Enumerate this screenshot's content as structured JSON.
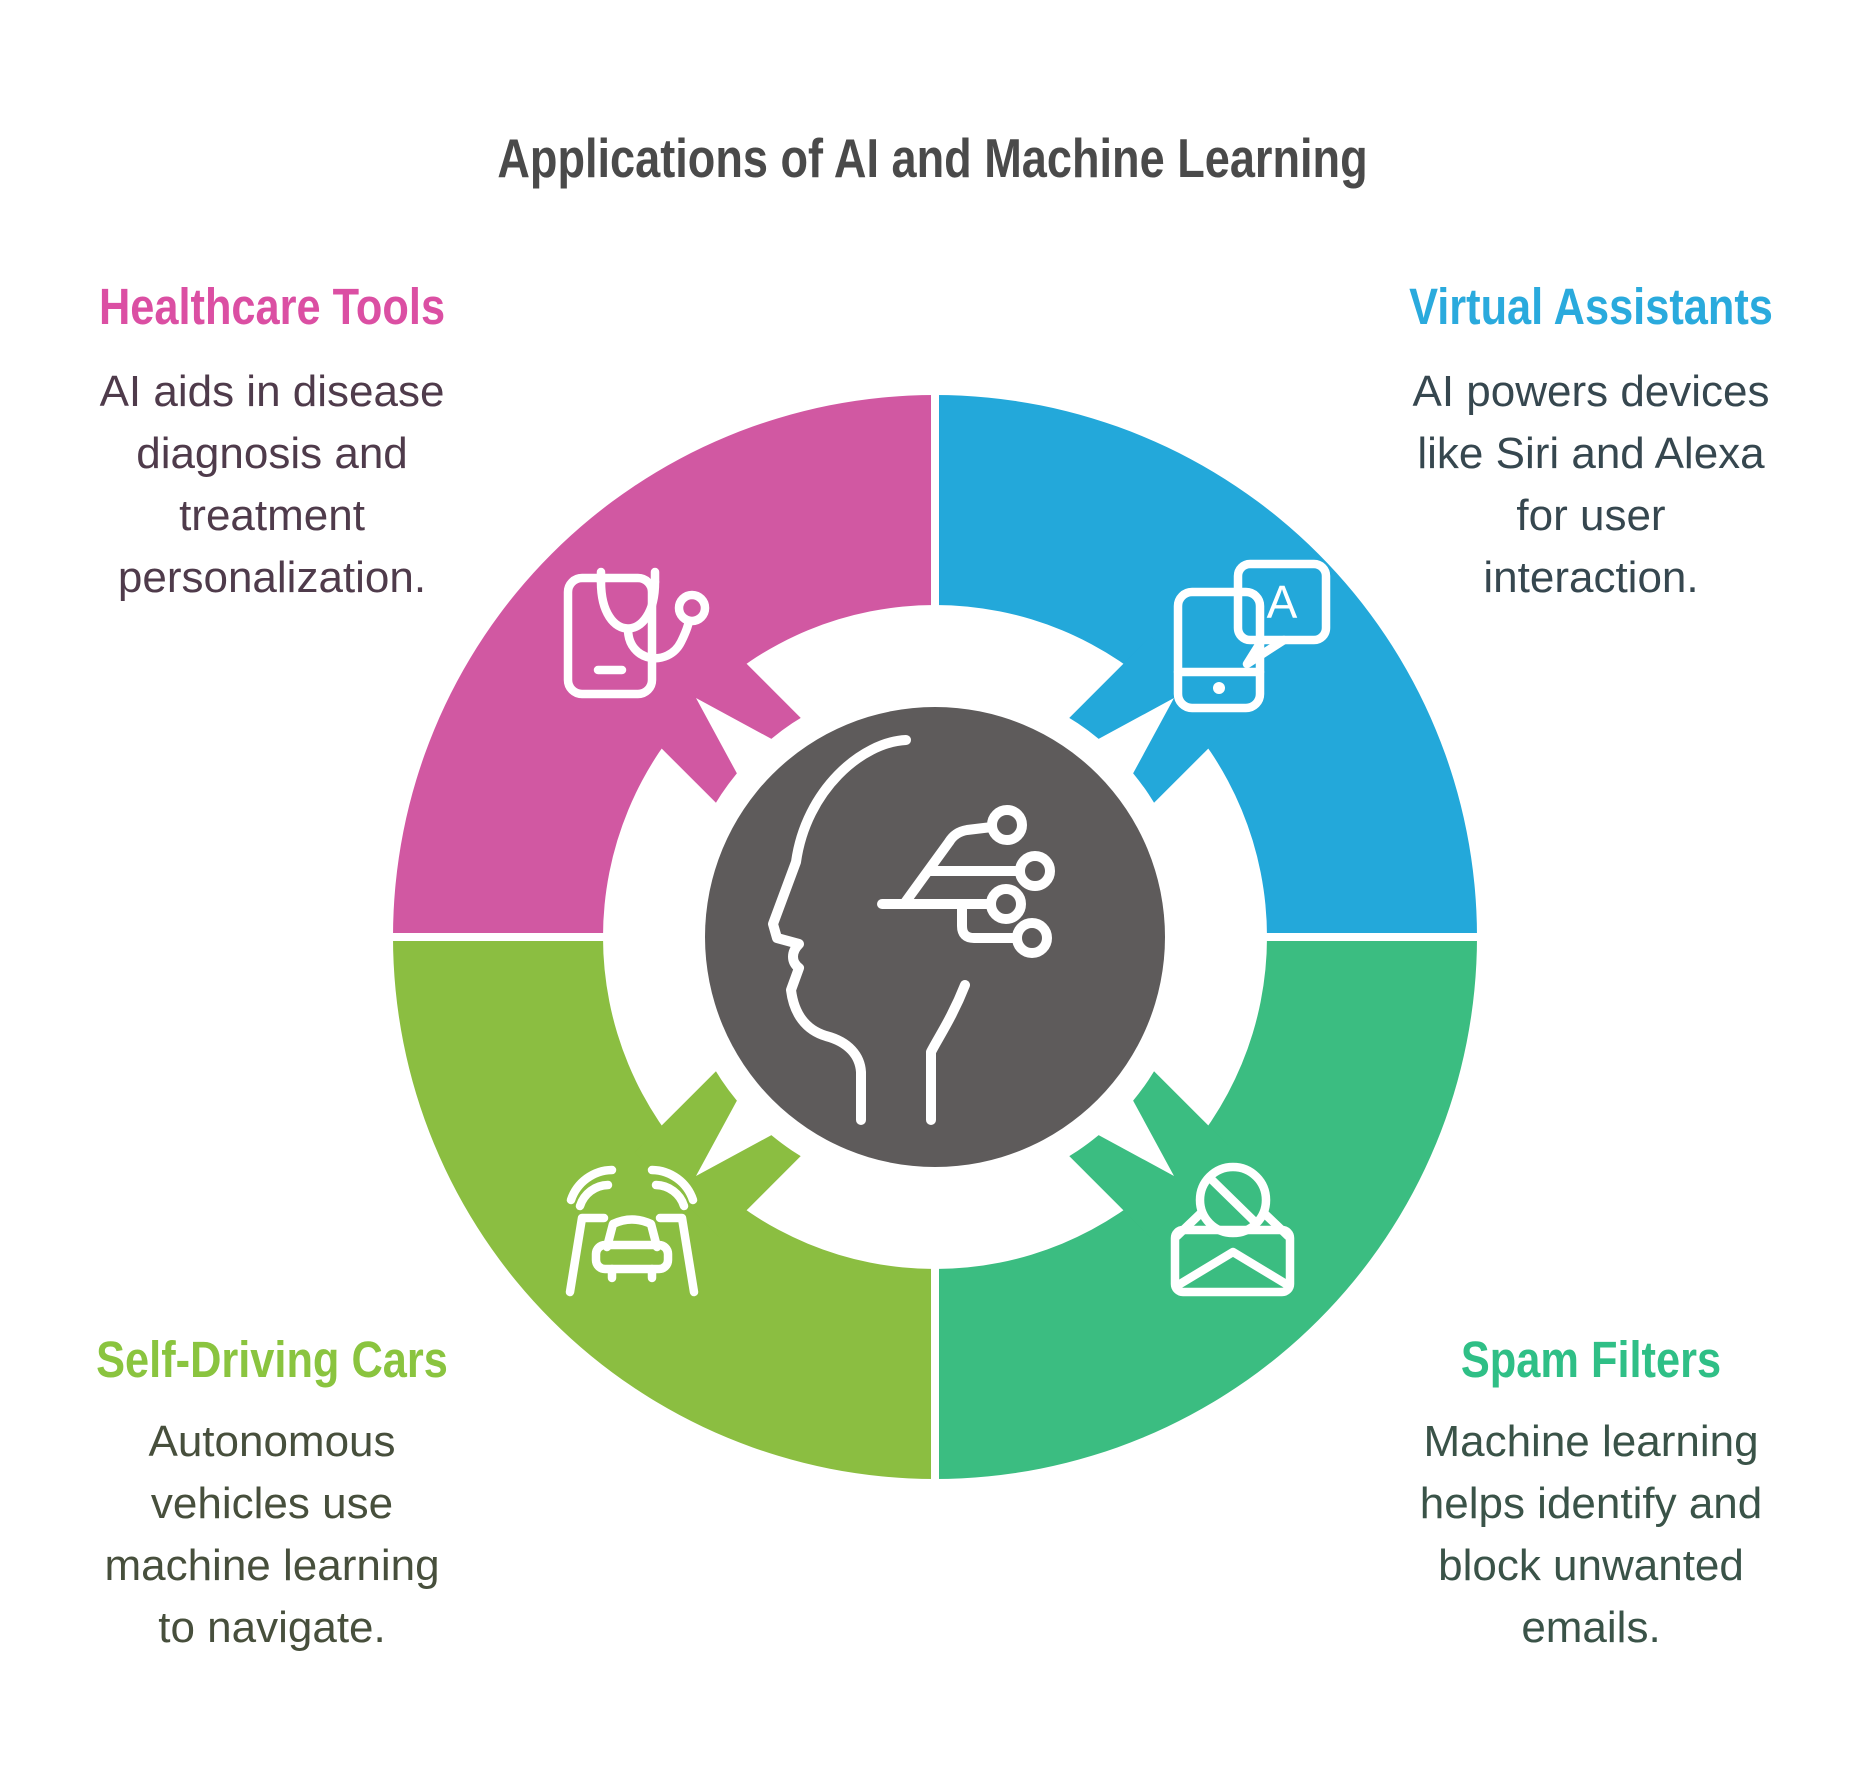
{
  "title": "Applications of AI and Machine Learning",
  "colors": {
    "pink": "#d158a2",
    "blue": "#23a8da",
    "green": "#3bbd81",
    "olive": "#8bbe41",
    "center_gray": "#5e5b5b",
    "header_pink": "#db4fa3",
    "header_blue": "#2aaadd",
    "header_green": "#2fbf86",
    "header_olive": "#8ac43f",
    "title_gray": "#4a4a4a"
  },
  "sections": {
    "healthcare": {
      "label": "Healthcare Tools",
      "body": "AI aids in disease\ndiagnosis and\ntreatment\npersonalization.",
      "icon": "tablet-stethoscope-icon"
    },
    "virtual_assistants": {
      "label": "Virtual Assistants",
      "body": "AI powers devices\nlike Siri and Alexa\nfor user\ninteraction.",
      "icon": "phone-chat-icon",
      "icon_letter": "A"
    },
    "self_driving": {
      "label": "Self-Driving Cars",
      "body": "Autonomous\nvehicles use\nmachine learning\nto navigate.",
      "icon": "car-road-icon"
    },
    "spam": {
      "label": "Spam Filters",
      "body": "Machine learning\nhelps identify and\nblock unwanted\nemails.",
      "icon": "blocked-envelope-icon"
    }
  },
  "center": {
    "icon": "ai-head-icon"
  }
}
